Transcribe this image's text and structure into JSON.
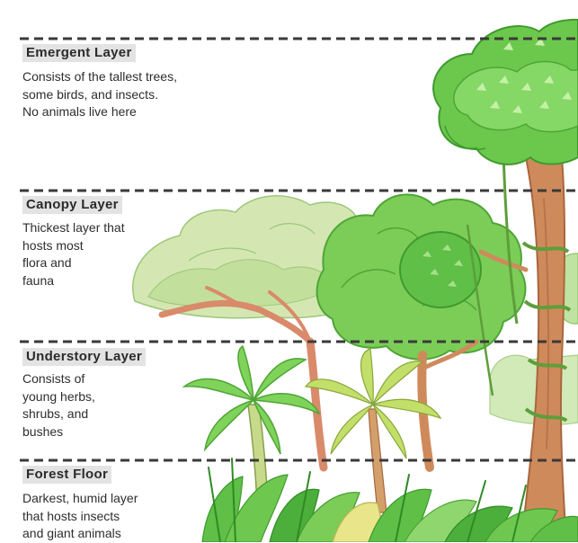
{
  "layers": [
    {
      "title": "Emergent Layer",
      "description": "Consists of the tallest trees,\nsome birds, and insects.\nNo animals live here"
    },
    {
      "title": "Canopy Layer",
      "description": "Thickest layer that\nhosts most\nflora and\nfauna"
    },
    {
      "title": "Understory Layer",
      "description": "Consists of\nyoung herbs,\nshrubs, and\nbushes"
    },
    {
      "title": "Forest Floor",
      "description": "Darkest, humid layer\nthat hosts insects\nand giant animals"
    }
  ],
  "colors": {
    "leaf_dark": "#4caf3c",
    "leaf_mid": "#6ec84f",
    "leaf_light": "#a8dc86",
    "leaf_pale": "#c9e3a4",
    "trunk": "#cf8a5c",
    "branch": "#d98a6a",
    "vine": "#5e9e3a",
    "divider": "#3a3a3a"
  }
}
